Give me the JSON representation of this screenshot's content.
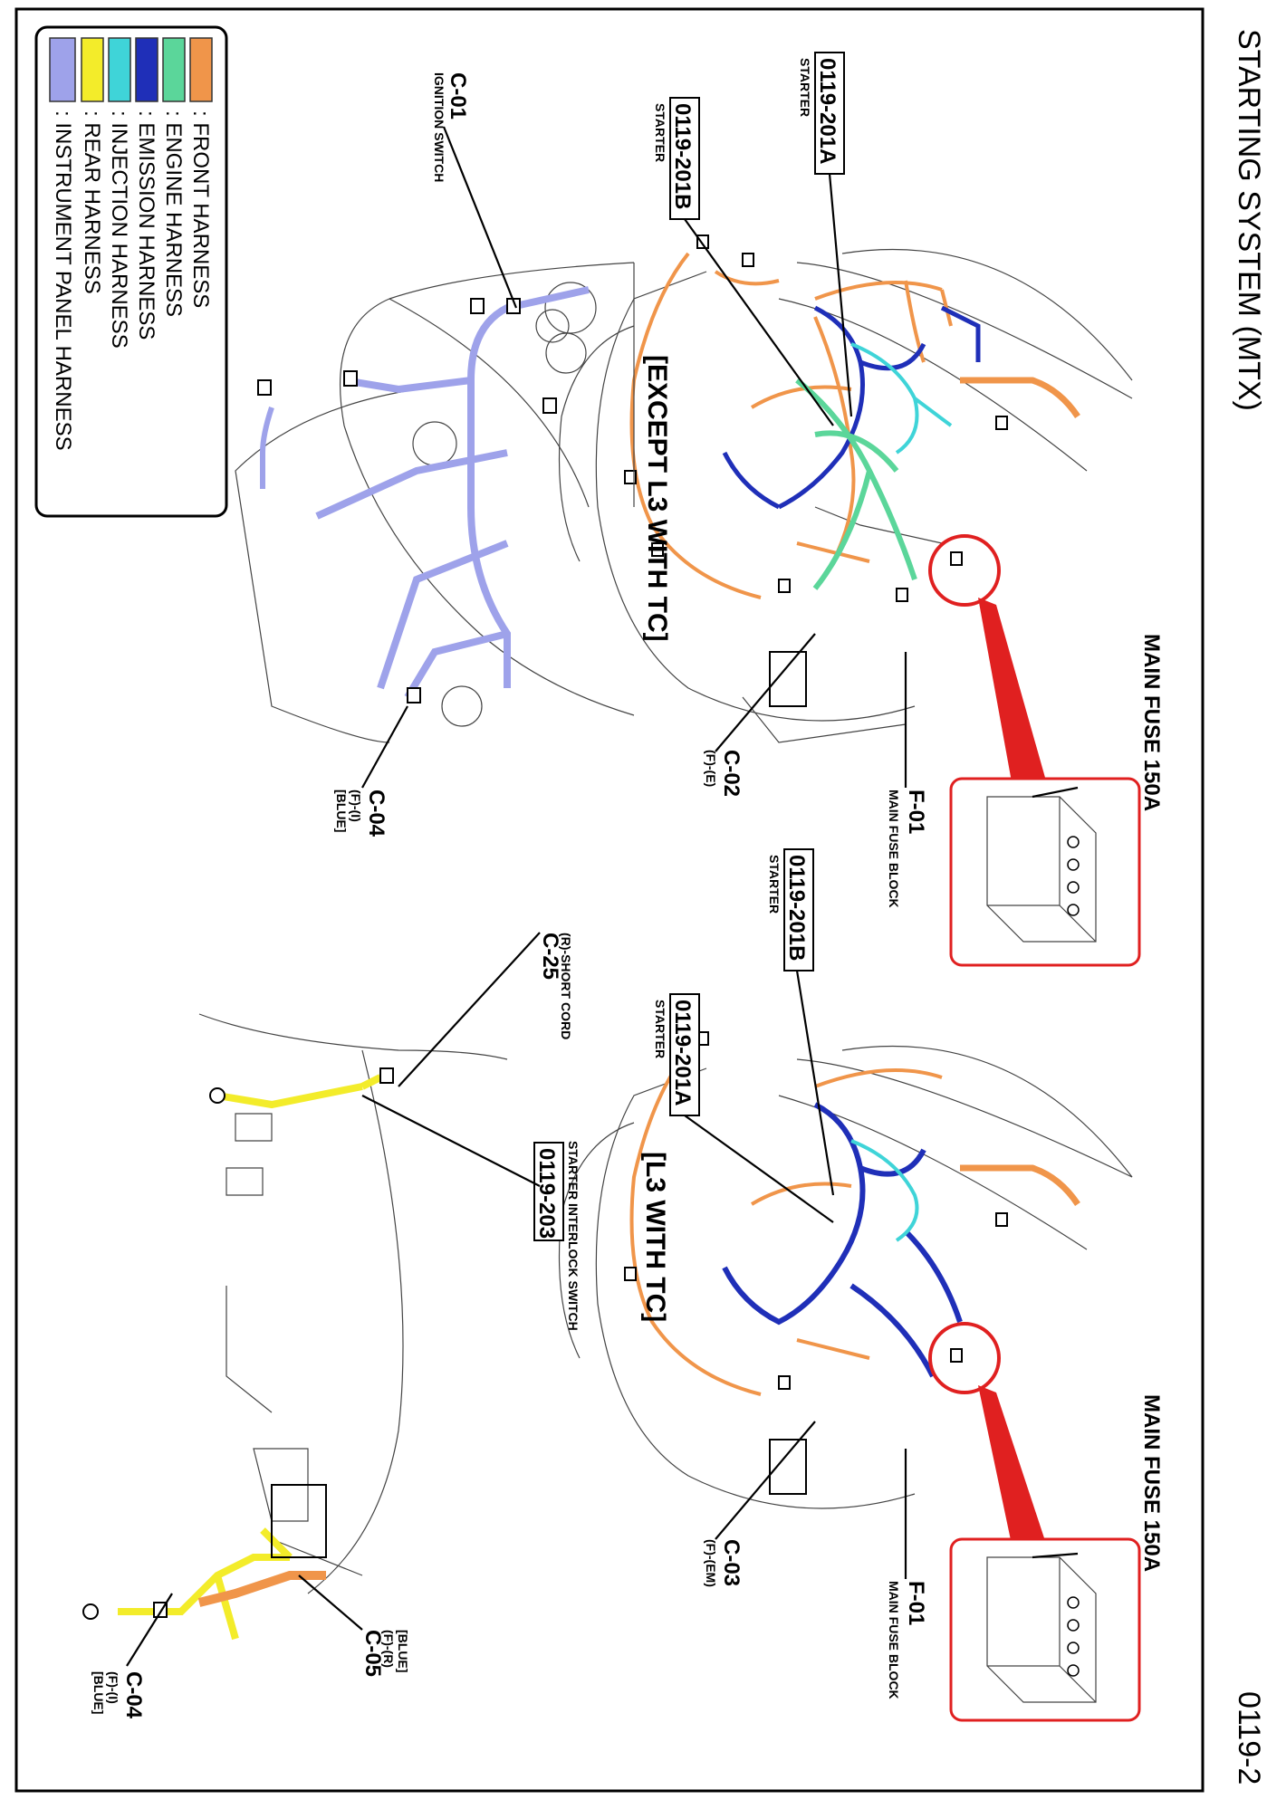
{
  "header": {
    "title": "STARTING SYSTEM (MTX)",
    "page_number": "0119-2"
  },
  "legend": {
    "items": [
      {
        "label": ": FRONT HARNESS",
        "color": "#f0954a"
      },
      {
        "label": ": ENGINE HARNESS",
        "color": "#5bd69a"
      },
      {
        "label": ": EMISSION HARNESS",
        "color": "#1f2fb8"
      },
      {
        "label": ": INJECTION HARNESS",
        "color": "#3fd4d8"
      },
      {
        "label": ": REAR HARNESS",
        "color": "#f3ec2a"
      },
      {
        "label": ": INSTRUMENT PANEL HARNESS",
        "color": "#9ea2ea"
      }
    ]
  },
  "sections": {
    "except_l3": "[EXCEPT L3 WITH TC]",
    "l3": "[L3 WITH TC]"
  },
  "refs": {
    "r201a_top": "0119-201A",
    "r201b_top": "0119-201B",
    "r201b_bot": "0119-201B",
    "r201a_bot": "0119-201A",
    "r203": "0119-203"
  },
  "labels": {
    "starter_1": "STARTER",
    "starter_2": "STARTER",
    "starter_3": "STARTER",
    "starter_4": "STARTER",
    "starter_interlock": "STARTER INTERLOCK SWITCH",
    "main_fuse_1": "MAIN FUSE 150A",
    "main_fuse_2": "MAIN FUSE 150A",
    "c01": "C-01",
    "c01_desc": "IGNITION SWITCH",
    "c02": "C-02",
    "c02_desc": "(F)-(E)",
    "c03": "C-03",
    "c03_desc": "(F)-(EM)",
    "f01_a": "F-01",
    "f01_a_desc": "MAIN FUSE BLOCK",
    "f01_b": "F-01",
    "f01_b_desc": "MAIN FUSE BLOCK",
    "c04_a": "C-04",
    "c04_a_desc1": "(F)-(I)",
    "c04_a_desc2": "[BLUE]",
    "c04_b": "C-04",
    "c04_b_desc1": "(F)-(I)",
    "c04_b_desc2": "[BLUE]",
    "c25": "C-25",
    "c25_desc": "(R)-SHORT CORD",
    "c05": "C-05",
    "c05_desc1": "(F)-(R)",
    "c05_desc2": "[BLUE]"
  }
}
